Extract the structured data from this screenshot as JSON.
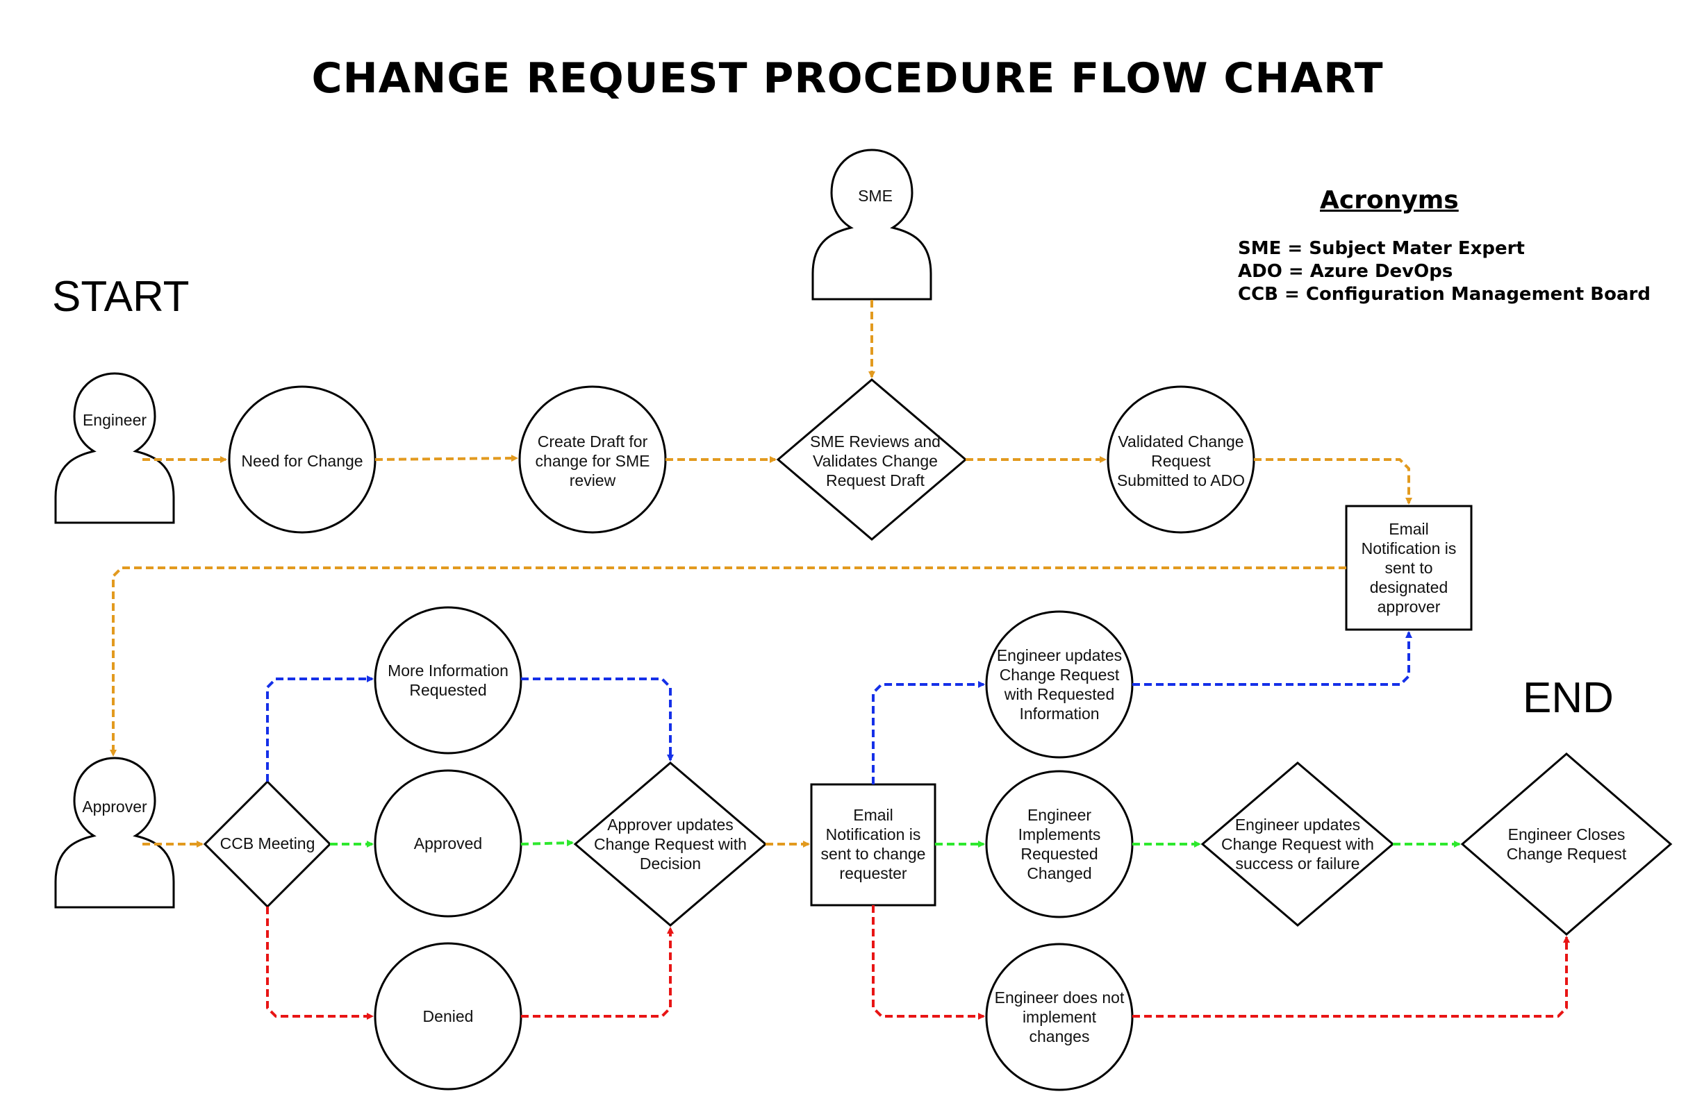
{
  "title": "CHANGE REQUEST PROCEDURE FLOW CHART",
  "start_label": "START",
  "end_label": "END",
  "acronyms": {
    "heading": "Acronyms",
    "items": [
      "SME = Subject Mater Expert",
      "ADO = Azure DevOps",
      "CCB = Configuration Management Board"
    ]
  },
  "colors": {
    "orange": "#E29A1F",
    "blue": "#1530E8",
    "green": "#2EE82E",
    "red": "#E81515",
    "stroke": "#000000"
  },
  "nodes": {
    "engineer": "Engineer",
    "sme": "SME",
    "need_for_change": "Need for Change",
    "create_draft": "Create Draft for\nchange for SME\nreview",
    "sme_review": "SME Reviews and\nValidates Change\nRequest Draft",
    "validated": "Validated Change\nRequest\nSubmitted to ADO",
    "email_approver": "Email\nNotification is\nsent to\ndesignated\napprover",
    "approver": "Approver",
    "ccb_meeting": "CCB Meeting",
    "more_info": "More Information\nRequested",
    "approved": "Approved",
    "denied": "Denied",
    "approver_updates": "Approver updates\nChange Request with\nDecision",
    "email_requester": "Email\nNotification is\nsent to change\nrequester",
    "engineer_updates_info": "Engineer updates\nChange Request\nwith Requested\nInformation",
    "engineer_implements": "Engineer\nImplements\nRequested\nChanged",
    "engineer_not_implement": "Engineer does not\nimplement\nchanges",
    "engineer_updates_result": "Engineer updates\nChange Request with\nsuccess or failure",
    "engineer_closes": "Engineer Closes\nChange Request"
  }
}
